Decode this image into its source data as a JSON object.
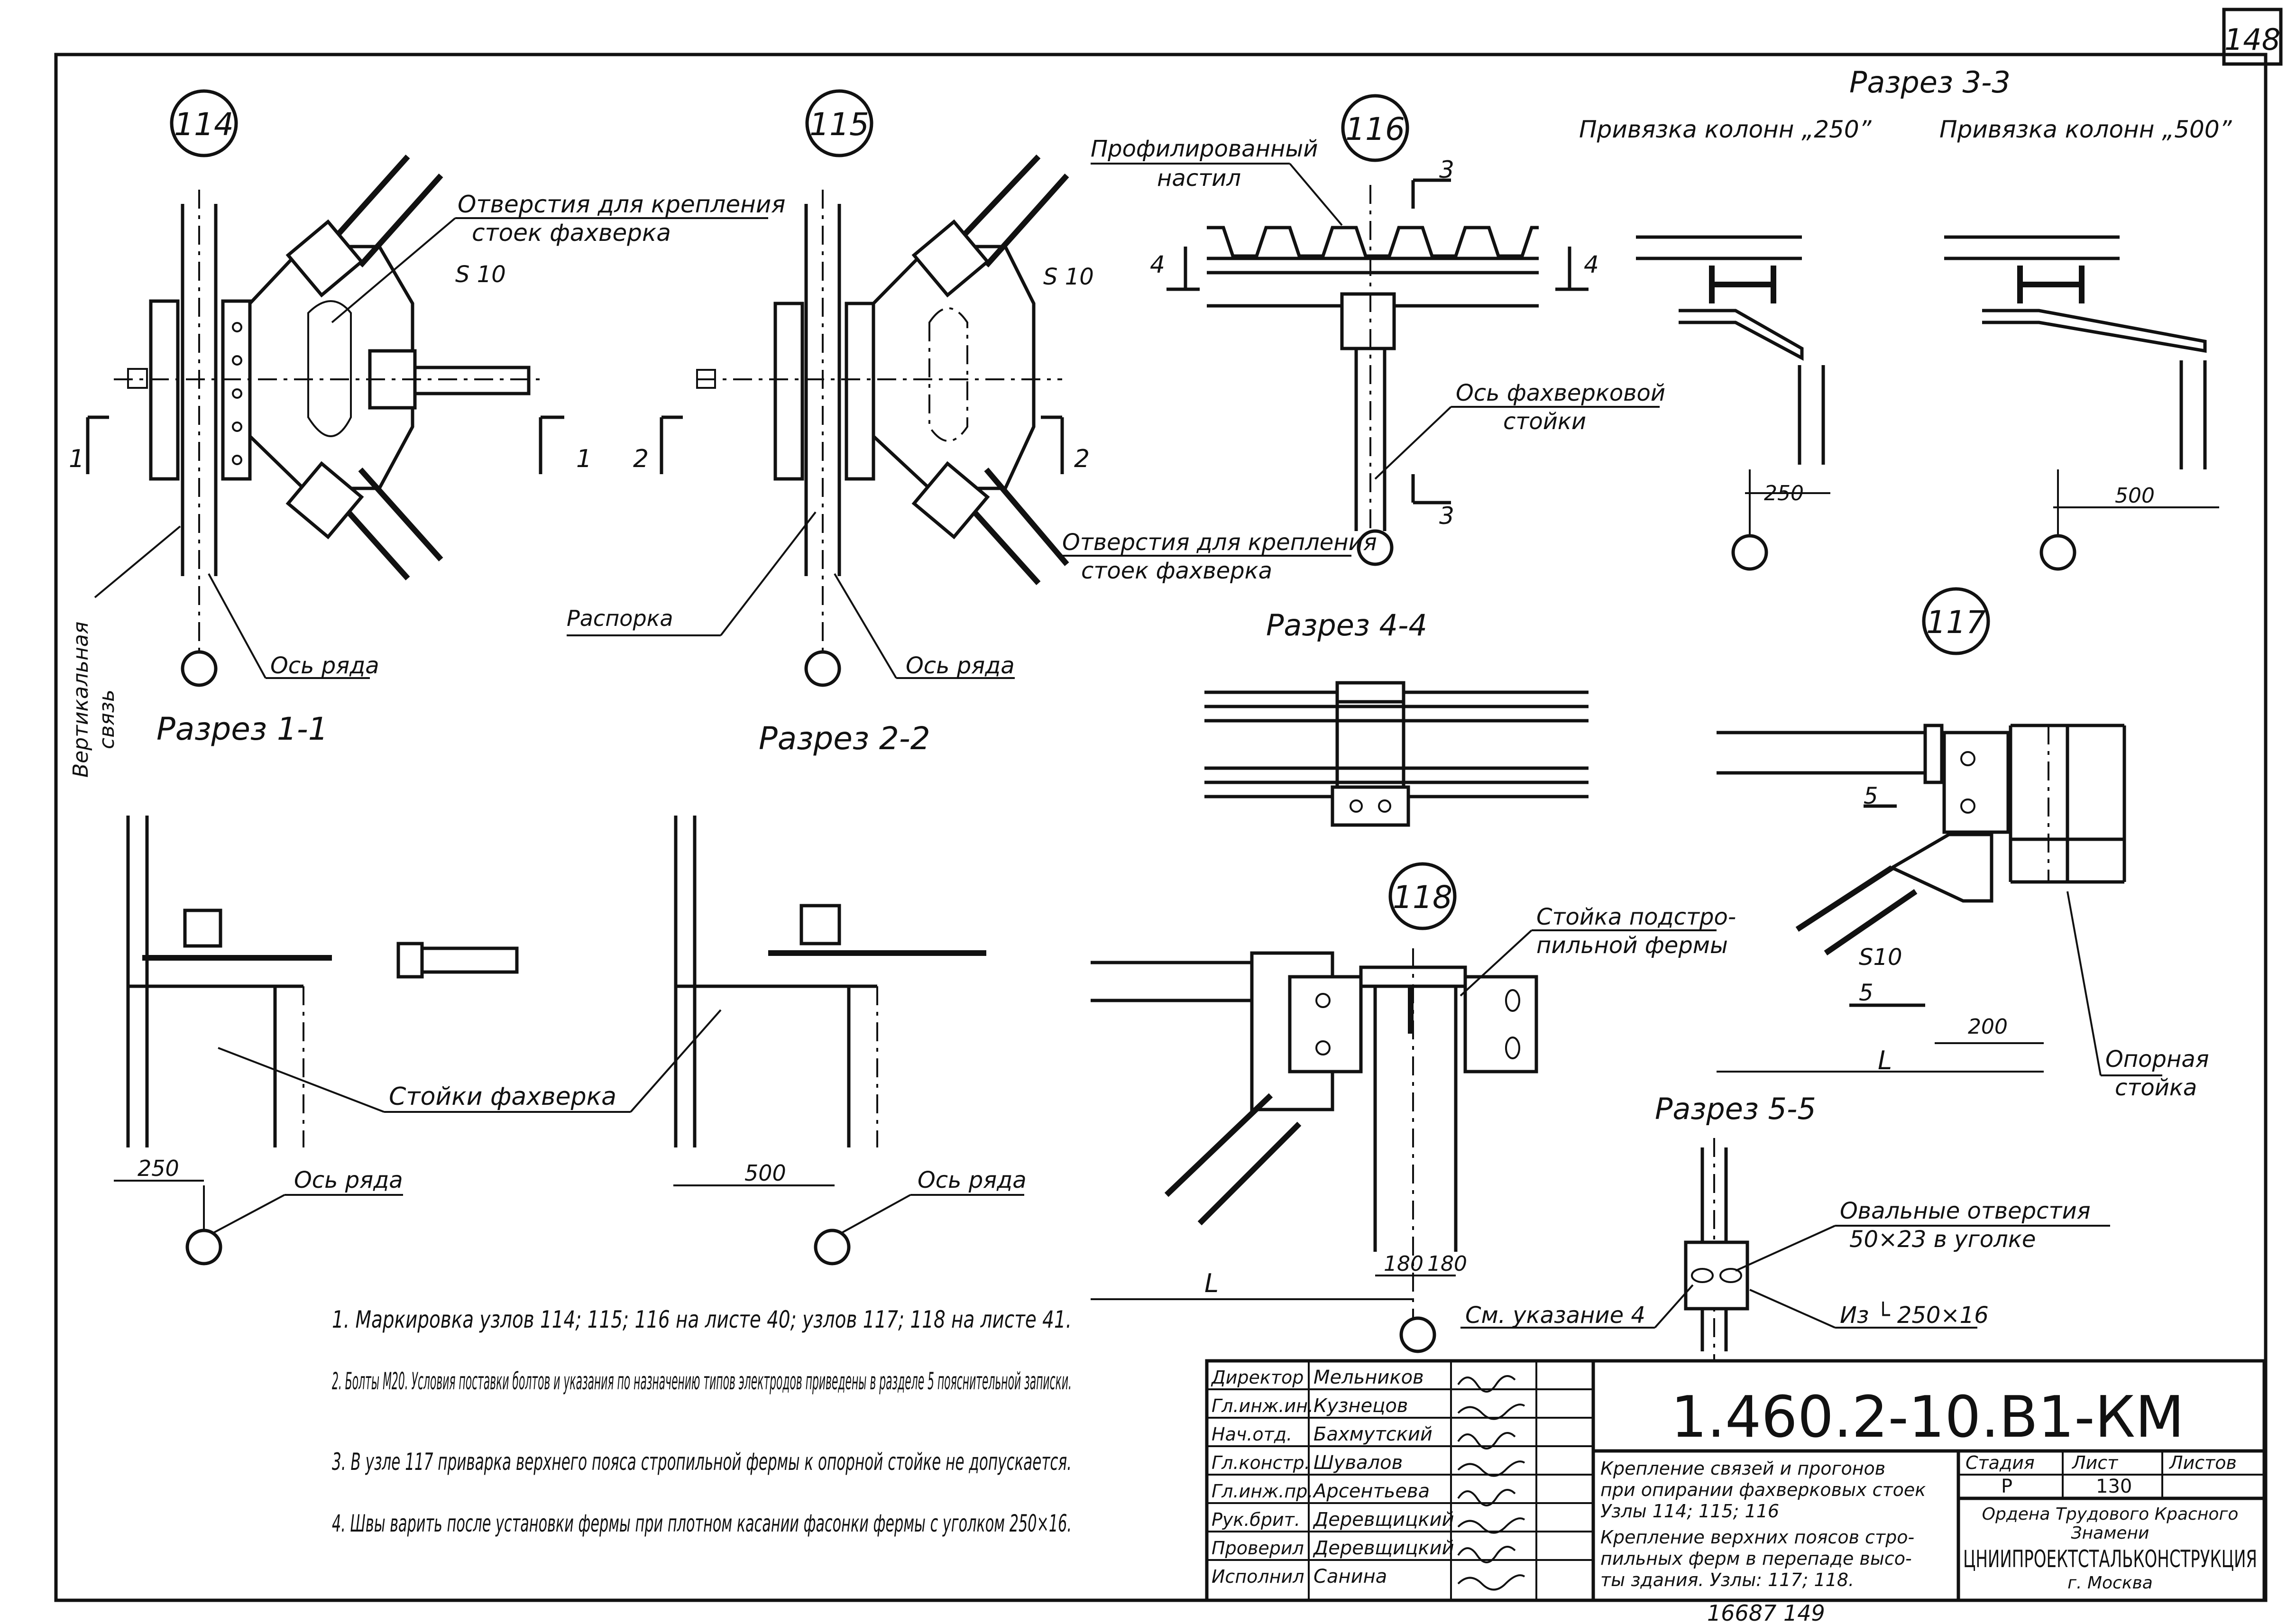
{
  "page_number": "148",
  "nodes": {
    "n114": "114",
    "n115": "115",
    "n116": "116",
    "n117": "117",
    "n118": "118"
  },
  "sections": {
    "s11": "Разрез 1-1",
    "s22": "Разрез 2-2",
    "s33": "Разрез 3-3",
    "s44": "Разрез 4-4",
    "s55": "Разрез 5-5"
  },
  "labels": {
    "holes_1": "Отверстия для крепления",
    "holes_2": "стоек фахверка",
    "s10_a": "S 10",
    "s10_b": "S 10",
    "s10_c": "S10",
    "vert_brace_1": "Вертикальная",
    "vert_brace_2": "связь",
    "row_axis_a": "Ось ряда",
    "row_axis_b": "Ось ряда",
    "row_axis_c": "Ось ряда",
    "row_axis_d": "Ось ряда",
    "strut": "Распорка",
    "deck_1": "Профилированный",
    "deck_2": "настил",
    "fach_axis_1": "Ось фахверковой",
    "fach_axis_2": "стойки",
    "tie_250": "Привязка колонн „250”",
    "tie_500": "Привязка колонн „500”",
    "dim_250_a": "250",
    "dim_500_a": "500",
    "dim_250_b": "250",
    "dim_500_b": "500",
    "fach_posts": "Стойки фахверка",
    "sub_truss_1": "Стойка подстро-",
    "sub_truss_2": "пильной фермы",
    "support_post_1": "Опорная",
    "support_post_2": "стойка",
    "oval_1": "Овальные отверстия",
    "oval_2": "50×23 в уголке",
    "see_note": "См. указание 4",
    "angle": "Из └ 250×16",
    "dim_180_a": "180",
    "dim_180_b": "180",
    "dim_200": "200",
    "L_a": "L",
    "L_b": "L",
    "cut1": "1",
    "cut2": "2",
    "cut3": "3",
    "cut4": "4",
    "cut5": "5"
  },
  "notes": [
    "1. Маркировка узлов 114; 115; 116 на листе 40; узлов 117; 118 на листе 41.",
    "2. Болты М20. Условия поставки болтов и указания по назначению типов электродов приведены в разделе 5 пояснительной записки.",
    "3. В узле 117 приварка верхнего пояса стропильной фермы к опорной стойке не допускается.",
    "4. Швы варить после установки фермы при плотном касании фасонки фермы с уголком 250×16."
  ],
  "title_block": {
    "code": "1.460.2-10.В1-КМ",
    "roles": [
      "Директор",
      "Гл.инж.ин.",
      "Нач.отд.",
      "Гл.констр.",
      "Гл.инж.пр.",
      "Рук.брит.",
      "Проверил",
      "Исполнил"
    ],
    "names": [
      "Мельников",
      "Кузнецов",
      "Бахмутский",
      "Шувалов",
      "Арсентьева",
      "Деревщицкий",
      "Деревщицкий",
      "Санина"
    ],
    "description": [
      "Крепление связей и прогонов",
      "при опирании фахверковых стоек",
      "Узлы 114; 115; 116",
      "Крепление верхних поясов стро-",
      "пильных ферм в перепаде высо-",
      "ты здания. Узлы: 117; 118."
    ],
    "stage_label": "Стадия",
    "sheet_label": "Лист",
    "sheets_label": "Листов",
    "stage": "Р",
    "sheet": "130",
    "org_1": "Ордена Трудового Красного",
    "org_2": "Знамени",
    "org_3": "ЦНИИПРОЕКТСТАЛЬКОНСТРУКЦИЯ",
    "org_4": "г. Москва"
  },
  "stamp_bottom": "16687 149"
}
